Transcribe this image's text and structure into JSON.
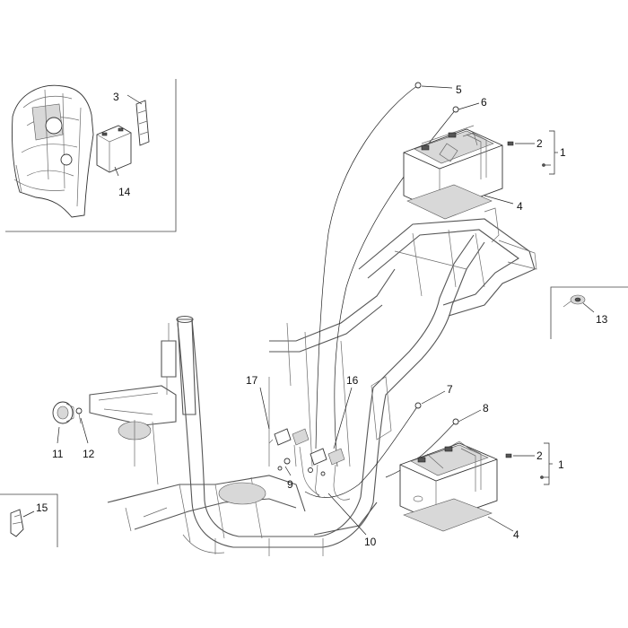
{
  "callouts": {
    "c1_top": "1",
    "c2_top": "2",
    "c3": "3",
    "c4_top": "4",
    "c5": "5",
    "c6": "6",
    "c7": "7",
    "c8": "8",
    "c9": "9",
    "c10": "10",
    "c11": "11",
    "c12": "12",
    "c13": "13",
    "c14": "14",
    "c15": "15",
    "c16": "16",
    "c17": "17",
    "c1_bot": "1",
    "c2_bot": "2",
    "c4_bot": "4"
  },
  "colors": {
    "line": "#222222",
    "frame": "#555555",
    "shade": "#d8d8d8",
    "inset_border": "#444444"
  }
}
